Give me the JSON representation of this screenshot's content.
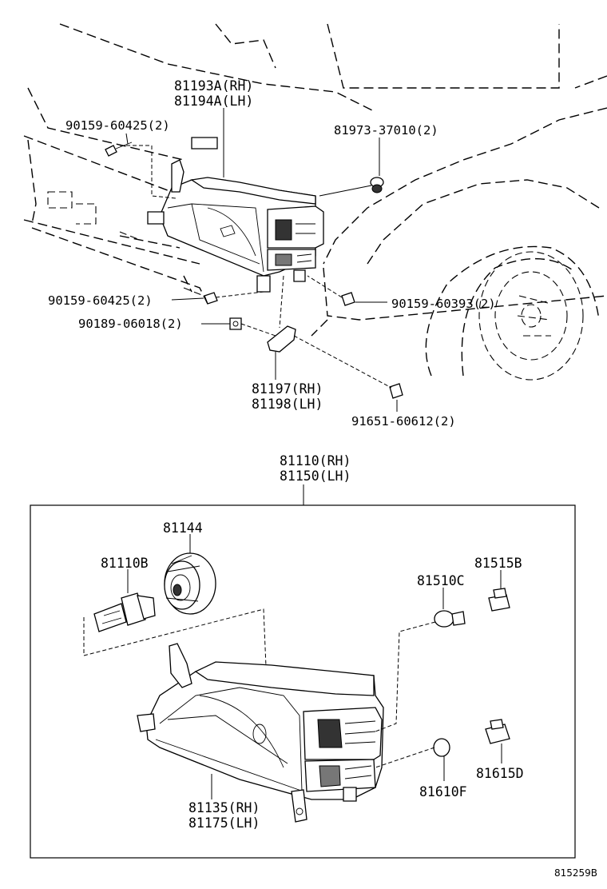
{
  "upper_labels": {
    "corner_label_rh": "81193A(RH)",
    "corner_label_lh": "81194A(LH)",
    "screw_top": "90159-60425(2)",
    "clip_top": "81973-37010(2)",
    "screw_mid": "90159-60425(2)",
    "screw_right": "90159-60393(2)",
    "nut": "90189-06018(2)",
    "bracket_rh": "81197(RH)",
    "bracket_lh": "81198(LH)",
    "bolt_bottom": "91651-60612(2)"
  },
  "assembly_labels": {
    "assembly_rh": "81110(RH)",
    "assembly_lh": "81150(LH)",
    "cover": "81144",
    "bulb_head": "81110B",
    "socket_upper": "81515B",
    "bulb_upper": "81510C",
    "socket_lower": "81615D",
    "bulb_lower": "81610F",
    "unit_rh": "81135(RH)",
    "unit_lh": "81175(LH)"
  },
  "diagram_code": "815259B",
  "colors": {
    "line": "#000000",
    "background": "#ffffff"
  }
}
